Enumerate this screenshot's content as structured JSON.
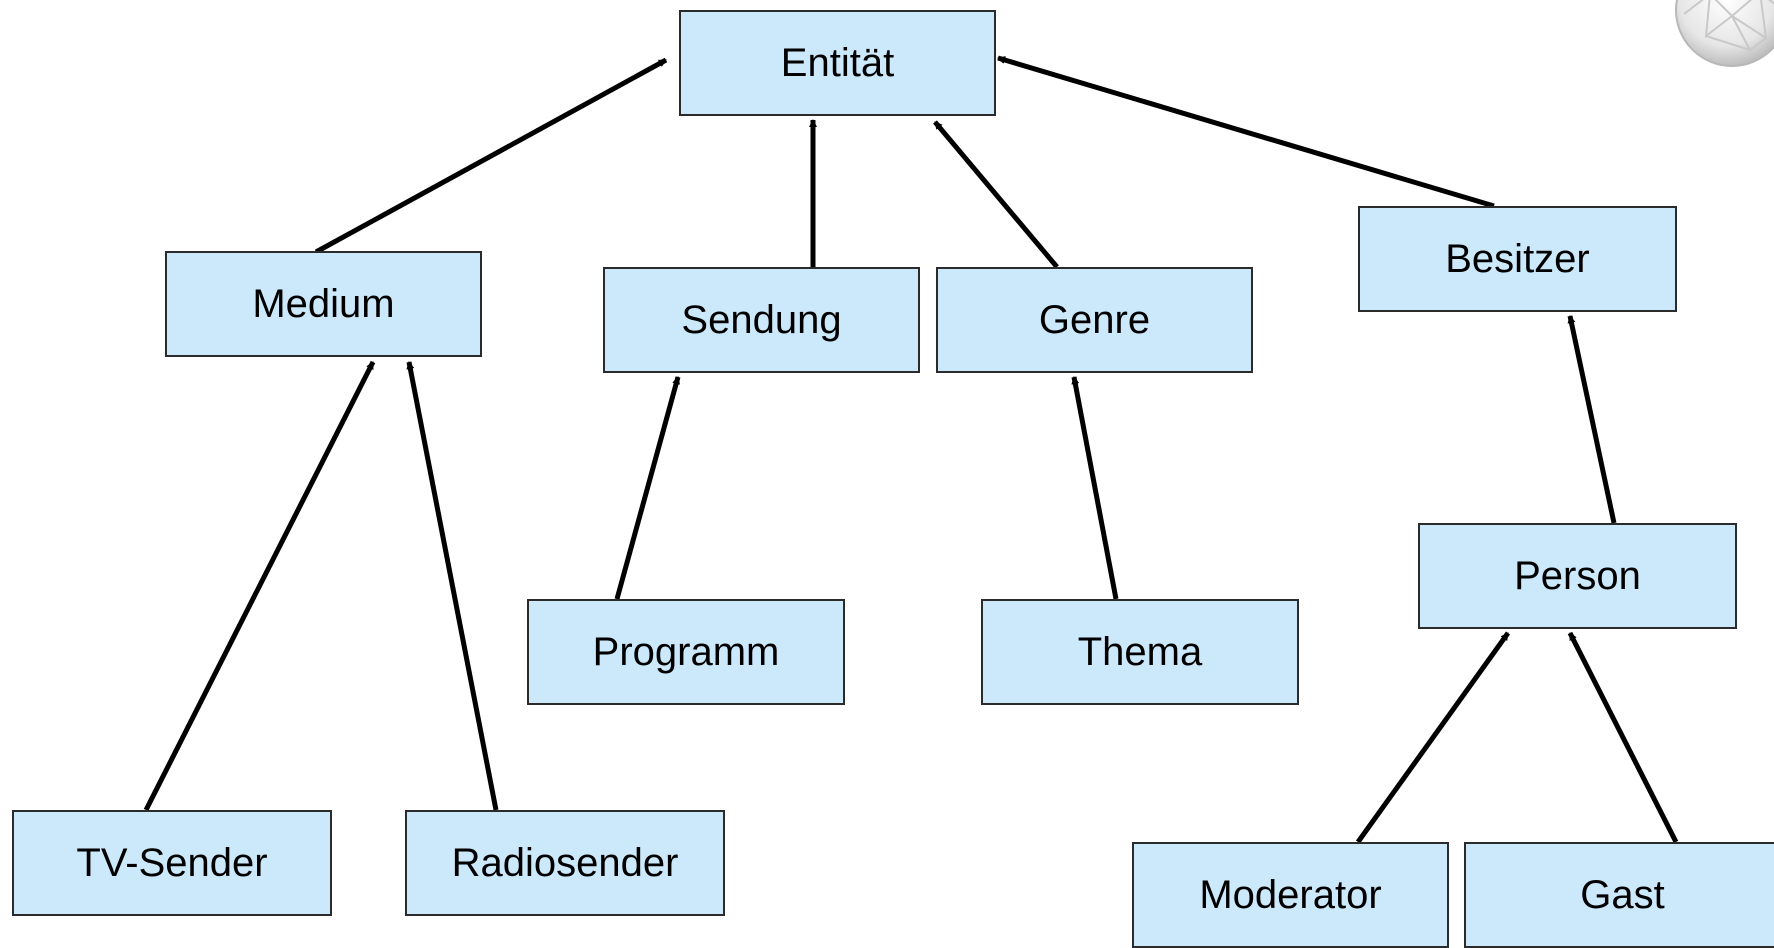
{
  "diagram": {
    "nodes": {
      "entitaet": "Entität",
      "medium": "Medium",
      "sendung": "Sendung",
      "genre": "Genre",
      "besitzer": "Besitzer",
      "programm": "Programm",
      "thema": "Thema",
      "person": "Person",
      "tv_sender": "TV-Sender",
      "radiosender": "Radiosender",
      "moderator": "Moderator",
      "gast": "Gast"
    },
    "edges": [
      {
        "from": "medium",
        "to": "entitaet"
      },
      {
        "from": "sendung",
        "to": "entitaet"
      },
      {
        "from": "genre",
        "to": "entitaet"
      },
      {
        "from": "besitzer",
        "to": "entitaet"
      },
      {
        "from": "tv_sender",
        "to": "medium"
      },
      {
        "from": "radiosender",
        "to": "medium"
      },
      {
        "from": "programm",
        "to": "sendung"
      },
      {
        "from": "thema",
        "to": "genre"
      },
      {
        "from": "person",
        "to": "besitzer"
      },
      {
        "from": "moderator",
        "to": "person"
      },
      {
        "from": "gast",
        "to": "person"
      }
    ],
    "colors": {
      "box_fill": "#cce9fb",
      "box_border": "#2b2b2b",
      "arrow": "#000000"
    },
    "decoration_icon": "crystal-globe-icon"
  }
}
